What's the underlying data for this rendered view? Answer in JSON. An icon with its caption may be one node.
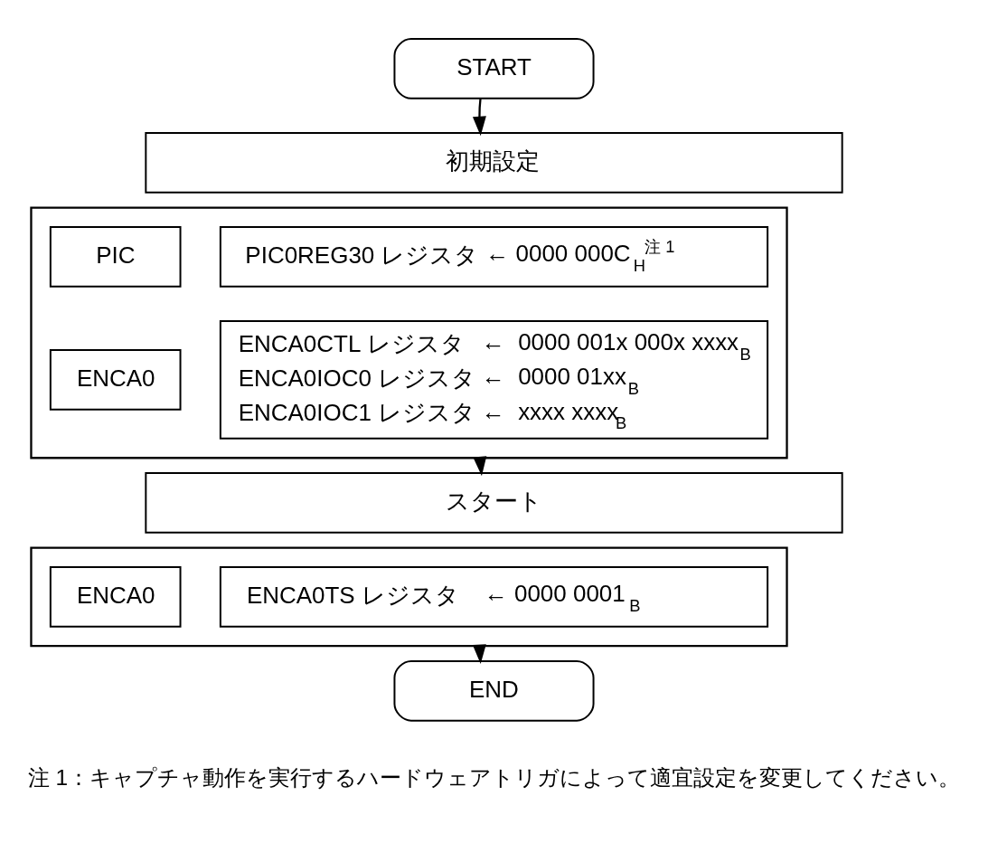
{
  "diagram": {
    "nodes": [
      {
        "text": [
          "START"
        ]
      },
      {
        "text": [
          "初期設定"
        ]
      },
      {
        "text": [],
        "shape": "box"
      },
      {
        "text": [
          "PIC"
        ],
        "in": 2
      },
      {
        "text": [
          "PIC0REG30 レジスタ",
          "← 0000 000C$_{H}$$^{注 1}$"
        ],
        "in": 2
      },
      {
        "text": [
          "ENCA0"
        ],
        "in": 2
      },
      {
        "text": [
          "ENCA0CTL レジスタ",
          "←  0000 001x 000x xxxx$_{B}$",
          "ENCA0IOC0 レジスタ",
          "←  0000 01xx$_{B}$",
          "ENCA0IOC1 レジスタ",
          "←  xxxx xxxx$_{B}$"
        ],
        "in": 2
      },
      {
        "text": [
          "スタート"
        ]
      },
      {
        "text": [],
        "shape": "box"
      },
      {
        "text": [
          "ENCA0"
        ],
        "in": 8
      },
      {
        "text": [
          "ENCA0TS レジスタ",
          "← 0000 0001$_{B}$"
        ],
        "in": 8
      },
      {
        "text": [
          "END"
        ]
      }
    ],
    "edges": [
      {
        "from": 0,
        "to": 1,
        "arrow": "to"
      },
      {
        "from": 2,
        "to": 7,
        "arrow": "to"
      },
      {
        "from": 8,
        "to": 11,
        "arrow": "to"
      }
    ],
    "labels": [
      "注 1：キャプチャ動作を実行するハードウェアトリガによって適宜設定を変更してください。"
    ]
  }
}
